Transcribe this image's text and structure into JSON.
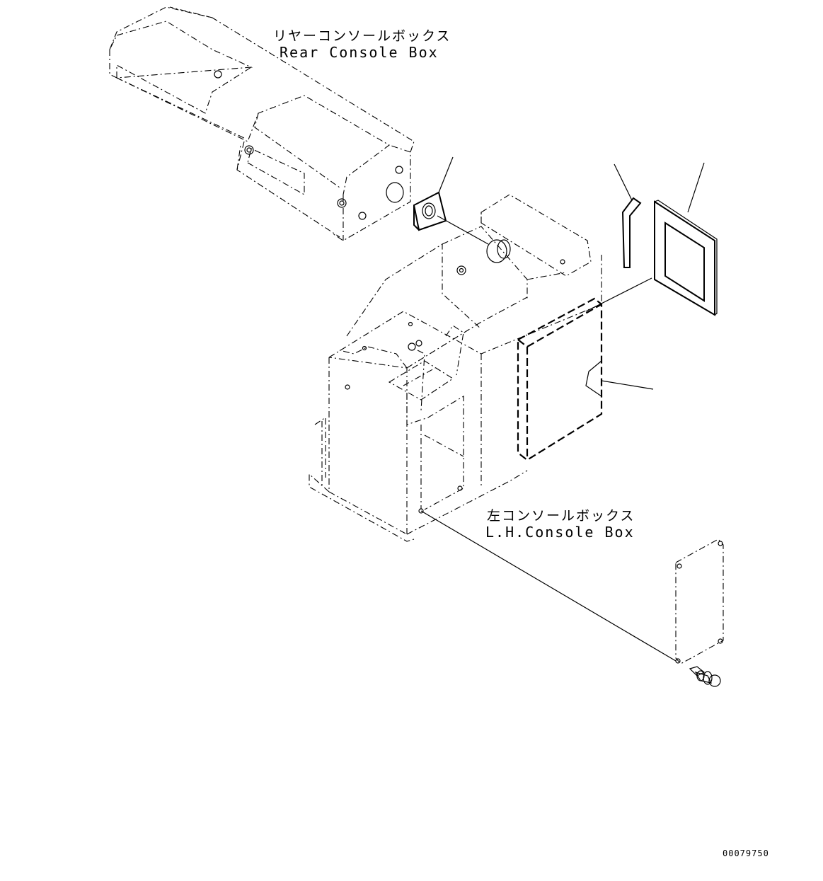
{
  "labels": {
    "rear_console_box_jp": "リヤーコンソールボックス",
    "rear_console_box_en": "Rear Console Box",
    "lh_console_box_jp": "左コンソールボックス",
    "lh_console_box_en": "L.H.Console Box"
  },
  "drawing_number": "00079750",
  "colors": {
    "line": "#000000",
    "background": "#ffffff"
  }
}
